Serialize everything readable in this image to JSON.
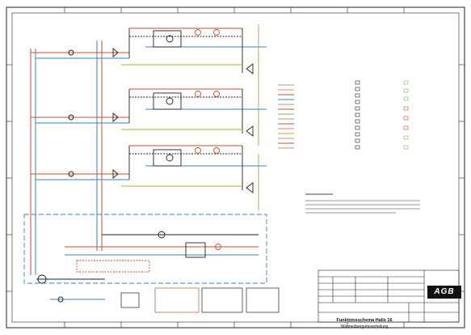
{
  "titleblock": {
    "title": "Funktionsschema Halle 16",
    "subtitle": "Wärmeübergabeverteilung",
    "logo": "AGB"
  },
  "colors": {
    "paper": "#ffffff",
    "frame": "#222222",
    "supply": "#d04a2a",
    "return": "#3a7fd0",
    "glycol": "#7ab84a",
    "aux": "#d0a020",
    "legend_line": "#c89080"
  }
}
